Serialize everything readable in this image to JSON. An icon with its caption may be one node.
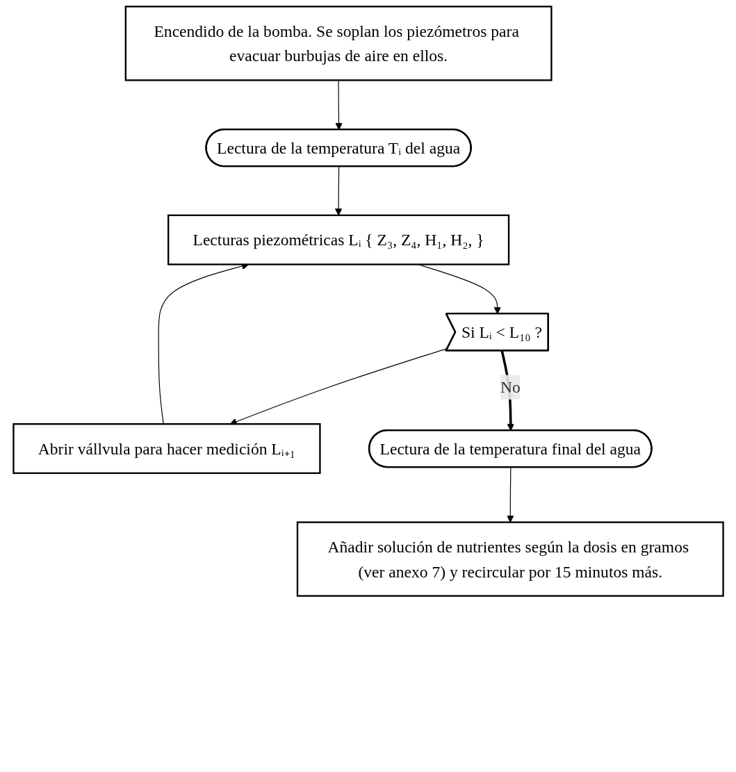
{
  "diagram": {
    "nodes": [
      {
        "text": [
          "Encendido de la bomba. Se soplan los piezómetros para evacuar burbujas de aire en ellos."
        ]
      },
      {
        "text": [
          "Lectura de la temperatura Tᵢ del agua"
        ]
      },
      {
        "text": [
          "Abrir vállvula para hacer medición Lᵢ₊₁"
        ]
      },
      {
        "text": [
          "Lecturas piezométricas Lᵢ { Z₃, Z₄, H₁, H₂, }"
        ]
      },
      {
        "text": [
          "Si Lᵢ < L₁₀ ?"
        ]
      },
      {
        "text": [
          "Lectura de la temperatura final del agua"
        ]
      },
      {
        "text": [
          "Añadir solución de nutrientes según la dosis en gramos (ver anexo 7) y recircular por 15 minutos más."
        ]
      }
    ],
    "edges": [
      {
        "from": 0,
        "to": 1,
        "arrow": "to"
      },
      {
        "from": 1,
        "to": 3,
        "arrow": "to"
      },
      {
        "from": 2,
        "to": 3,
        "arrow": "to"
      },
      {
        "from": 3,
        "to": 4,
        "arrow": "to"
      },
      {
        "from": 4,
        "to": 2,
        "arrow": "to"
      },
      {
        "from": 4,
        "to": 5,
        "arrow": "to",
        "label": "No",
        "style": "thick"
      },
      {
        "from": 5,
        "to": 6,
        "arrow": "to"
      }
    ]
  }
}
